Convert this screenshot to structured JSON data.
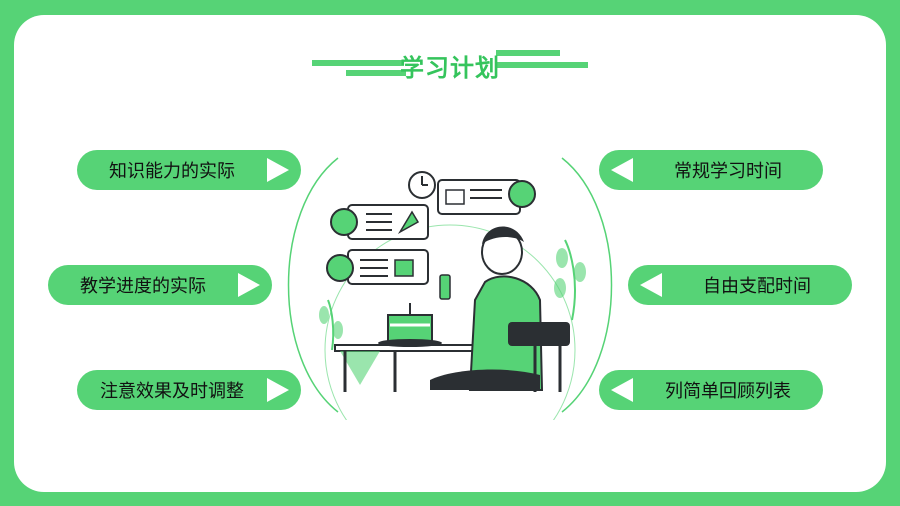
{
  "title": "学习计划",
  "left_items": [
    {
      "label": "知识能力的实际"
    },
    {
      "label": "教学进度的实际"
    },
    {
      "label": "注意效果及时调整"
    }
  ],
  "right_items": [
    {
      "label": "常规学习时间"
    },
    {
      "label": "自由支配时间"
    },
    {
      "label": "列简单回顾列表"
    }
  ],
  "colors": {
    "accent": "#56d376",
    "title": "#35c45c",
    "dark": "#2b2f33",
    "white": "#ffffff"
  },
  "icons": [
    "right-arrow-icon",
    "left-arrow-icon",
    "clock-icon",
    "cake-icon",
    "gift-icon",
    "party-popper-icon",
    "phone-icon",
    "chair-icon",
    "plant-icon",
    "avatar-icon"
  ]
}
